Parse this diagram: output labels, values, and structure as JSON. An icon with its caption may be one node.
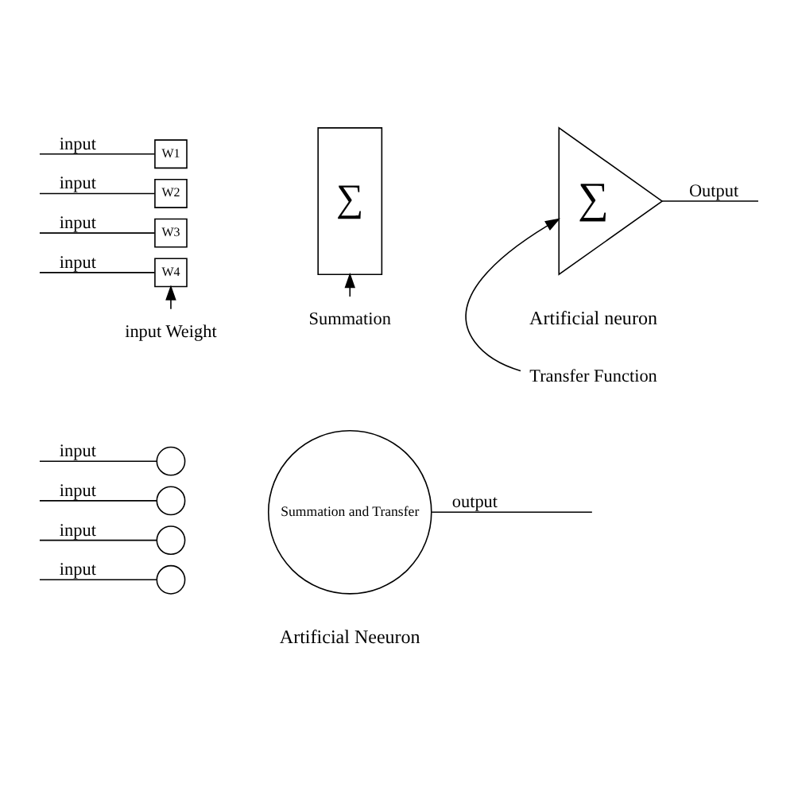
{
  "diagram": {
    "nodes": [
      {
        "text": [
          "Summation and Transfer"
        ],
        "beside": [
          "Artificial Neeuron"
        ]
      },
      {
        "text": [],
        "shape": "circle"
      },
      {
        "text": [],
        "shape": "circle"
      },
      {
        "text": [],
        "shape": "circle"
      },
      {
        "text": [],
        "shape": "circle"
      },
      {
        "text": [
          "W1"
        ]
      },
      {
        "text": [
          "W2"
        ]
      },
      {
        "text": [
          "W3"
        ]
      },
      {
        "text": [
          "W4"
        ]
      },
      {
        "text": [
          "∑"
        ]
      },
      {
        "text": [
          "∑"
        ],
        "beside": [
          "Artificial neuron"
        ]
      },
      {
        "text": [
          "input Weight"
        ]
      },
      {
        "text": [
          "Summation"
        ]
      },
      {
        "text": [
          "Transfer Function"
        ]
      }
    ],
    "edges": [
      {
        "from": null,
        "to": 1,
        "arrow": "none",
        "label": "input"
      },
      {
        "from": null,
        "to": 2,
        "arrow": "none",
        "label": "input"
      },
      {
        "from": null,
        "to": 3,
        "arrow": "none",
        "label": "input"
      },
      {
        "from": null,
        "to": 4,
        "arrow": "none",
        "label": "input"
      },
      {
        "from": 0,
        "to": null,
        "arrow": "none",
        "label": "output"
      },
      {
        "from": null,
        "to": 5,
        "arrow": "none",
        "label": "input"
      },
      {
        "from": null,
        "to": 6,
        "arrow": "none",
        "label": "input"
      },
      {
        "from": null,
        "to": 7,
        "arrow": "none",
        "label": "input"
      },
      {
        "from": null,
        "to": 8,
        "arrow": "none",
        "label": "input"
      },
      {
        "from": 10,
        "to": null,
        "arrow": "none",
        "label": "Output"
      },
      {
        "from": 11,
        "to": 8,
        "arrow": "to"
      },
      {
        "from": 12,
        "to": 9,
        "arrow": "to"
      },
      {
        "from": 13,
        "to": 10,
        "arrow": "to"
      }
    ]
  }
}
